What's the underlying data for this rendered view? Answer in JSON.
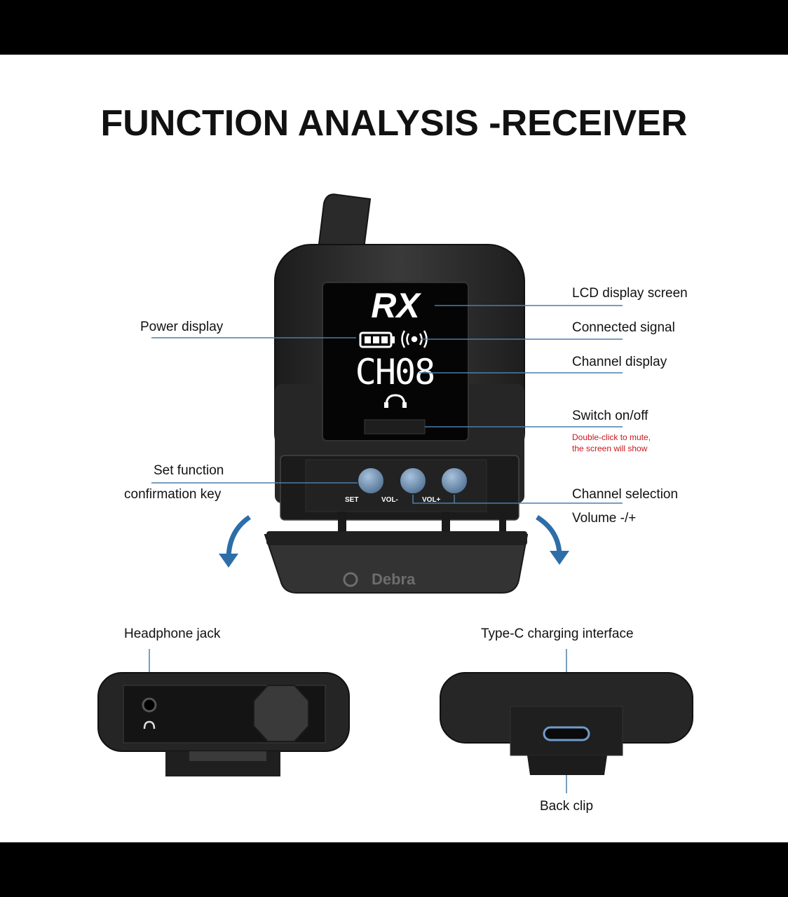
{
  "title": "FUNCTION ANALYSIS -RECEIVER",
  "labels": {
    "lcd_display_screen": "LCD display screen",
    "power_display": "Power display",
    "connected_signal": "Connected signal",
    "channel_display": "Channel display",
    "switch_on_off": "Switch on/off",
    "switch_note_line1": "Double-click to mute,",
    "switch_note_line2": "the screen will show",
    "set_function": "Set function",
    "confirmation_key": "confirmation key",
    "channel_selection": "Channel selection",
    "volume": "Volume -/+",
    "headphone_jack": "Headphone jack",
    "type_c": "Type-C charging interface",
    "back_clip": "Back clip"
  },
  "screen": {
    "model": "RX",
    "channel": "CH08"
  },
  "buttons": {
    "set": "SET",
    "vol_minus": "VOL-",
    "vol_plus": "VOL+"
  },
  "brand": "Debra",
  "colors": {
    "callout_line": "#4a7fa8",
    "note_red": "#c8171e",
    "arrow_blue": "#2d6ea8",
    "device_body": "#2b2b2b",
    "button_blue": "#6f8fb0"
  }
}
